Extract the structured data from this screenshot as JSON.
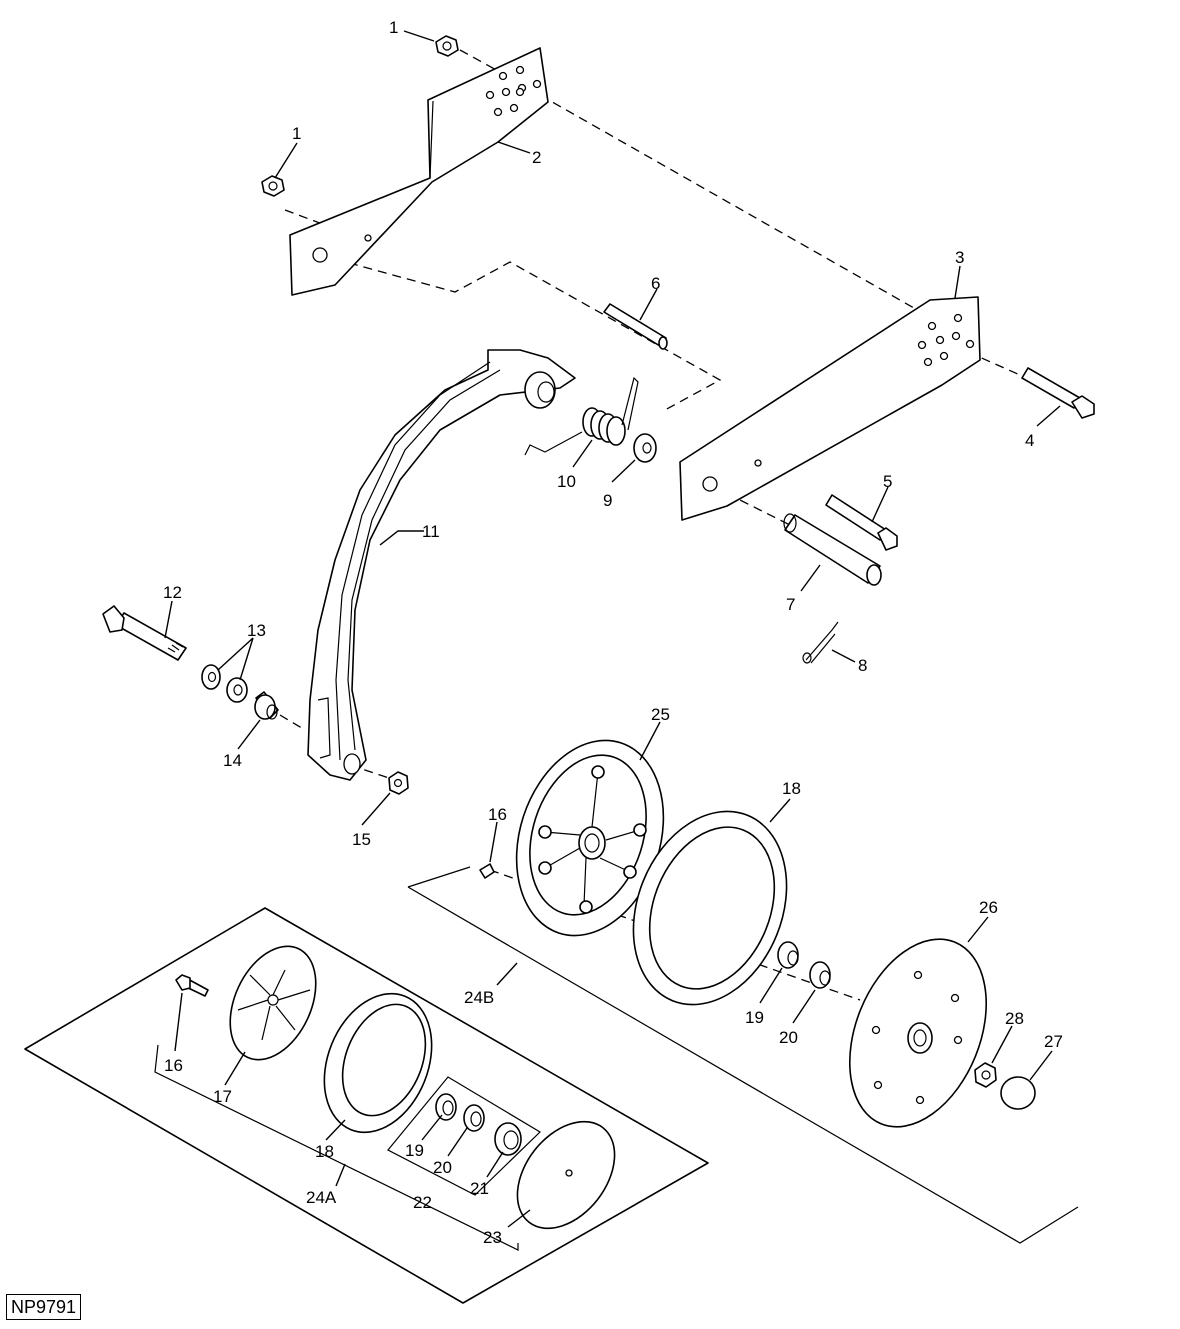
{
  "figure_id": "NP9791",
  "callouts": {
    "c1a": "1",
    "c1b": "1",
    "c2": "2",
    "c3": "3",
    "c4": "4",
    "c5": "5",
    "c6": "6",
    "c7": "7",
    "c8": "8",
    "c9": "9",
    "c10": "10",
    "c11": "11",
    "c12": "12",
    "c13": "13",
    "c14": "14",
    "c15": "15",
    "c16a": "16",
    "c16b": "16",
    "c17": "17",
    "c18a": "18",
    "c18b": "18",
    "c19a": "19",
    "c19b": "19",
    "c20a": "20",
    "c20b": "20",
    "c21": "21",
    "c22": "22",
    "c23": "23",
    "c24a": "24A",
    "c24b": "24B",
    "c25": "25",
    "c26": "26",
    "c27": "27",
    "c28": "28"
  }
}
